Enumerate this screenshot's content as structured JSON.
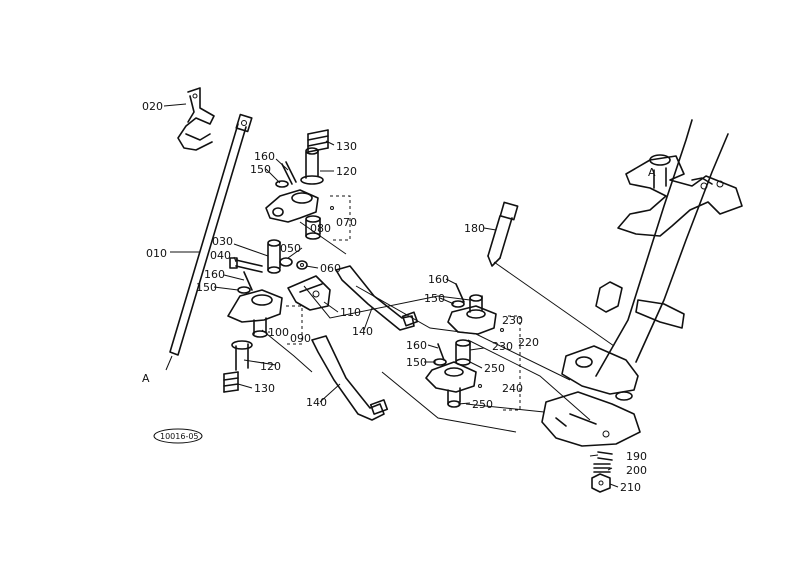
{
  "diagram": {
    "parts": [
      "010",
      "020",
      "030",
      "040",
      "050",
      "060",
      "070",
      "080",
      "090",
      "100",
      "110",
      "120",
      "130",
      "140",
      "150",
      "160",
      "180",
      "190",
      "200",
      "210",
      "220",
      "230",
      "240",
      "250"
    ],
    "ref_letter": "A",
    "figure_code": "10016-05"
  },
  "labels": {
    "p010": "010",
    "p020": "020",
    "p030": "030",
    "p040": "040",
    "p050": "050",
    "p060": "060",
    "p070": "070",
    "p080": "080",
    "p090": "090",
    "p100": "100",
    "p110": "110",
    "p120": "120",
    "p130": "130",
    "p140": "140",
    "p150": "150",
    "p160": "160",
    "p180": "180",
    "p190": "190",
    "p200": "200",
    "p210": "210",
    "p220": "220",
    "p230": "230",
    "p240": "240",
    "p250": "250",
    "ref_a": "A",
    "figure_code": "10016-05"
  }
}
